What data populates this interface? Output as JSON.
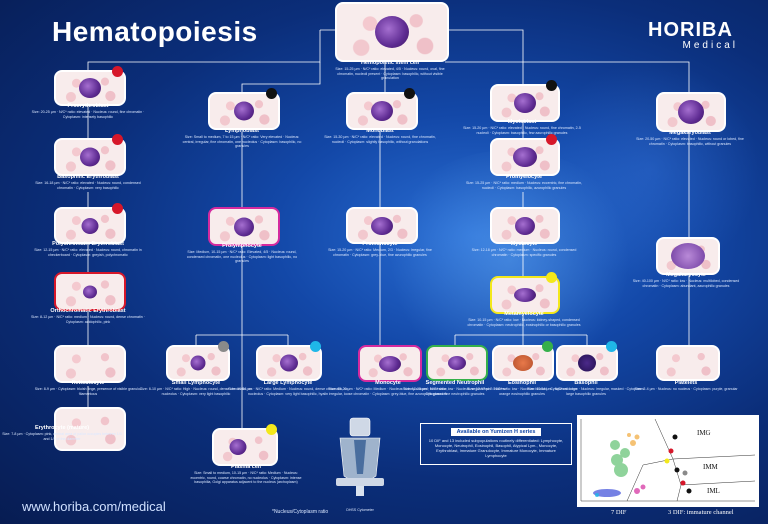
{
  "header": {
    "title": "Hematopoiesis"
  },
  "brand": {
    "name": "HORIBA",
    "subtitle": "Medical"
  },
  "footer": {
    "url": "www.horiba.com/medical",
    "footnote": "*Nucleus/Cytoplasm ratio"
  },
  "colors": {
    "background": "#1348a8",
    "accent_red": "#d6172a",
    "accent_magenta": "#d42a9e",
    "accent_yellow": "#f3e81b",
    "accent_green": "#35b04a",
    "accent_cyan": "#1fb7e8",
    "accent_gray": "#8a8a8a"
  },
  "cells": {
    "stem": {
      "name": "Hemopoietic stem cell",
      "desc": "Size: 15-25 µm · N/C* ratio: elevated, 4/5 · Nucleus: round, oval, fine chromatin, nucleoli present · Cytoplasm: basophilic, without visible granulation"
    },
    "proerythroblast": {
      "name": "Proerythroblast",
      "desc": "Size: 20-25 µm · N/C* ratio: elevated · Nucleus: round, fine chromatin · Cytoplasm: intensely basophilic"
    },
    "basophilic_erythroblast": {
      "name": "Basophilic Erythroblast",
      "desc": "Size: 16-18 µm · N/C* ratio: elevated · Nucleus: round, condensed chromatin · Cytoplasm: very basophilic"
    },
    "polychromatic_erythroblast": {
      "name": "Polychromatic Erythroblast",
      "desc": "Size: 12-15 µm · N/C* ratio: elevated · Nucleus: round, chromatin in checkerboard · Cytoplasm: greyish, polychromatic"
    },
    "orthochromatic_erythroblast": {
      "name": "Orthochromatic Erythroblast",
      "desc": "Size: 8-12 µm · N/C* ratio: medium · Nucleus: round, dense chromatin · Cytoplasm: acidophilic, pink"
    },
    "reticulocyte": {
      "name": "Reticulocyte",
      "desc": "Size: 8-9 µm · Cytoplasm: bluish tinge, presence of visible granulo-filamentous"
    },
    "erythrocyte": {
      "name": "Erythrocyte (mature)",
      "desc": "Size: 7-8 µm · Cytoplasm: pink, central area of pallor occupies between 1/3 and 1/2 of the diameter"
    },
    "lymphoblast": {
      "name": "Lymphoblast",
      "desc": "Size: Small to medium, 7 to 15 µm · N/C* ratio: Very elevated · Nucleus: central, irregular, fine chromatin, one nucleolus · Cytoplasm: basophilic, no granules"
    },
    "prolymphocyte": {
      "name": "Prolymphocyte",
      "desc": "Size: Medium, 10-15 µm · N/C* ratio: Elevated, 4/5 · Nucleus: round, condensed chromatin, one nucleolus · Cytoplasm: light basophilic, no granules"
    },
    "small_lymphocyte": {
      "name": "Small Lymphocyte",
      "desc": "Size: 6-10 µm · N/C* ratio: High · Nucleus: round, dense chromatin, no nucleolus · Cytoplasm: very light basophilic"
    },
    "large_lymphocyte": {
      "name": "Large Lymphocyte",
      "desc": "Size: 10-16 µm · N/C* ratio: Medium · Nucleus: round, dense chromatin, no nucleolus · Cytoplasm: very light basophilic, hyalin"
    },
    "plasma_cell": {
      "name": "Plasma cell",
      "desc": "Size: Small to medium, 10-15 µm · N/C* ratio: Medium · Nucleus: eccentric, round, coarse chromatin, no nucleolus · Cytoplasm: intense basophilia, Golgi apparatus adjacent to the nucleus (archoplasm)"
    },
    "monoblast": {
      "name": "Monoblast",
      "desc": "Size: 15-30 µm · N/C* ratio: elevated · Nucleus: round, fine chromatin, nucleoli · Cytoplasm: slightly basophilic, without granulations"
    },
    "promonocyte": {
      "name": "Promonocyte",
      "desc": "Size: 15-20 µm · N/C* ratio: Medium, 2/3 · Nucleus: irregular, fine chromatin · Cytoplasm: grey-blue, fine azurophilic granules"
    },
    "monocyte": {
      "name": "Monocyte",
      "desc": "Size: 15-20 µm · N/C* ratio: Medium · Nucleus: kidney-shaped, horseshoe, irregular, loose chromatin · Cytoplasm: grey-blue, fine azurophilic granules"
    },
    "myeloblast": {
      "name": "Myeloblast",
      "desc": "Size: 15-20 µm · N/C* ratio: elevated · Nucleus: round, fine chromatin, 2-5 nucleoli · Cytoplasm: basophilic, few azurophilic granules"
    },
    "promyelocyte": {
      "name": "Promyelocyte",
      "desc": "Size: 15-25 µm · N/C* ratio: medium · Nucleus: eccentric, fine chromatin, nucleoli · Cytoplasm: basophilic, azurophilic granules"
    },
    "myelocyte": {
      "name": "Myelocyte",
      "desc": "Size: 12-18 µm · N/C* ratio: medium · Nucleus: round, condensed chromatin · Cytoplasm: specific granules"
    },
    "metamyelocyte": {
      "name": "Metamyelocyte",
      "desc": "Size: 10-15 µm · N/C* ratio: low · Nucleus: kidney-shaped, condensed chromatin · Cytoplasm: neutrophilic, eosinophilic or basophilic granules"
    },
    "segmented_neutrophil": {
      "name": "Segmented Neutrophil",
      "desc": "Size: 12-15 µm · N/C* ratio: low · Nucleus: segmented 2-5 lobes · Cytoplasm: fine neutrophilic granules"
    },
    "eosinophil": {
      "name": "Eosinophil",
      "desc": "Size: 12-17 µm · N/C* ratio: low · Nucleus: bilobed · Cytoplasm: large orange eosinophilic granules"
    },
    "basophil": {
      "name": "Basophil",
      "desc": "Size: 10-14 µm · N/C* ratio: low · Nucleus: irregular, masked · Cytoplasm: large basophilic granules"
    },
    "megakaryoblast": {
      "name": "Megakaryoblast",
      "desc": "Size: 20-50 µm · N/C* ratio: elevated · Nucleus: round or lobed, fine chromatin · Cytoplasm: basophilic, without granules"
    },
    "megakaryocyte": {
      "name": "Megakaryocyte",
      "desc": "Size: 40-100 µm · N/C* ratio: low · Nucleus: multilobed, condensed chromatin · Cytoplasm: abundant, azurophilic granules"
    },
    "platelets": {
      "name": "Platelets",
      "desc": "Size: 2-4 µm · Nucleus: no nucleus · Cytoplasm: purple, granular"
    }
  },
  "availability": {
    "heading": "Available on Yumizen H series",
    "text": "10 DIF and 13 included subpopulations routinely differentiated: Lymphocyte, Monocyte, Neutrophil, Eosinophil, Basophil, Atypical Lym., Monocyte, Erythroblast, Immature Granulocyte, Immature Monocyte, Immature Lymphocyte"
  },
  "analyzer_label": "DHSS Cytometer",
  "scatter": {
    "labels": [
      "IMG",
      "IMM",
      "IML"
    ],
    "caption_left": "7 DIF",
    "caption_right": "3 DIF: immature channel"
  }
}
